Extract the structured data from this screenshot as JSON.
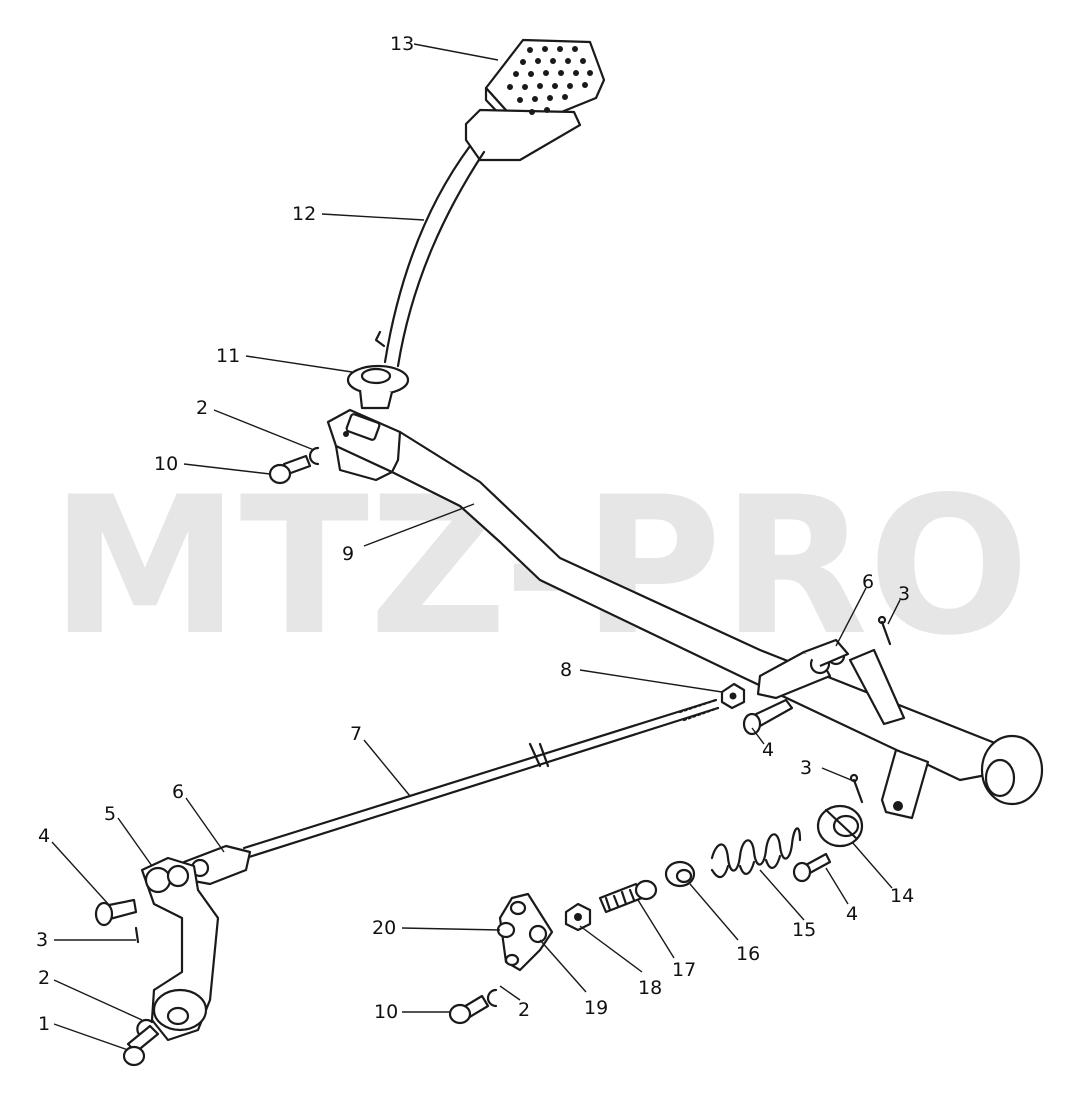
{
  "watermark": "MTZ-PRO",
  "callouts": [
    {
      "id": "c13a",
      "text": "13"
    },
    {
      "id": "c12a",
      "text": "12"
    },
    {
      "id": "c11a",
      "text": "11"
    },
    {
      "id": "c2a",
      "text": "2"
    },
    {
      "id": "c10a",
      "text": "10"
    },
    {
      "id": "c9a",
      "text": "9"
    },
    {
      "id": "c6a",
      "text": "6"
    },
    {
      "id": "c3a",
      "text": "3"
    },
    {
      "id": "c8a",
      "text": "8"
    },
    {
      "id": "c4a",
      "text": "4"
    },
    {
      "id": "c7a",
      "text": "7"
    },
    {
      "id": "c3b",
      "text": "3"
    },
    {
      "id": "c6b",
      "text": "6"
    },
    {
      "id": "c5a",
      "text": "5"
    },
    {
      "id": "c4b",
      "text": "4"
    },
    {
      "id": "c3c",
      "text": "3"
    },
    {
      "id": "c2b",
      "text": "2"
    },
    {
      "id": "c1a",
      "text": "1"
    },
    {
      "id": "c20a",
      "text": "20"
    },
    {
      "id": "c19a",
      "text": "19"
    },
    {
      "id": "c18a",
      "text": "18"
    },
    {
      "id": "c17a",
      "text": "17"
    },
    {
      "id": "c16a",
      "text": "16"
    },
    {
      "id": "c15a",
      "text": "15"
    },
    {
      "id": "c4c",
      "text": "4"
    },
    {
      "id": "c14a",
      "text": "14"
    },
    {
      "id": "c10b",
      "text": "10"
    },
    {
      "id": "c2c",
      "text": "2"
    }
  ],
  "colors": {
    "ink": "#1a1a1a",
    "watermark": "#e6e6e6",
    "background": "#ffffff"
  }
}
